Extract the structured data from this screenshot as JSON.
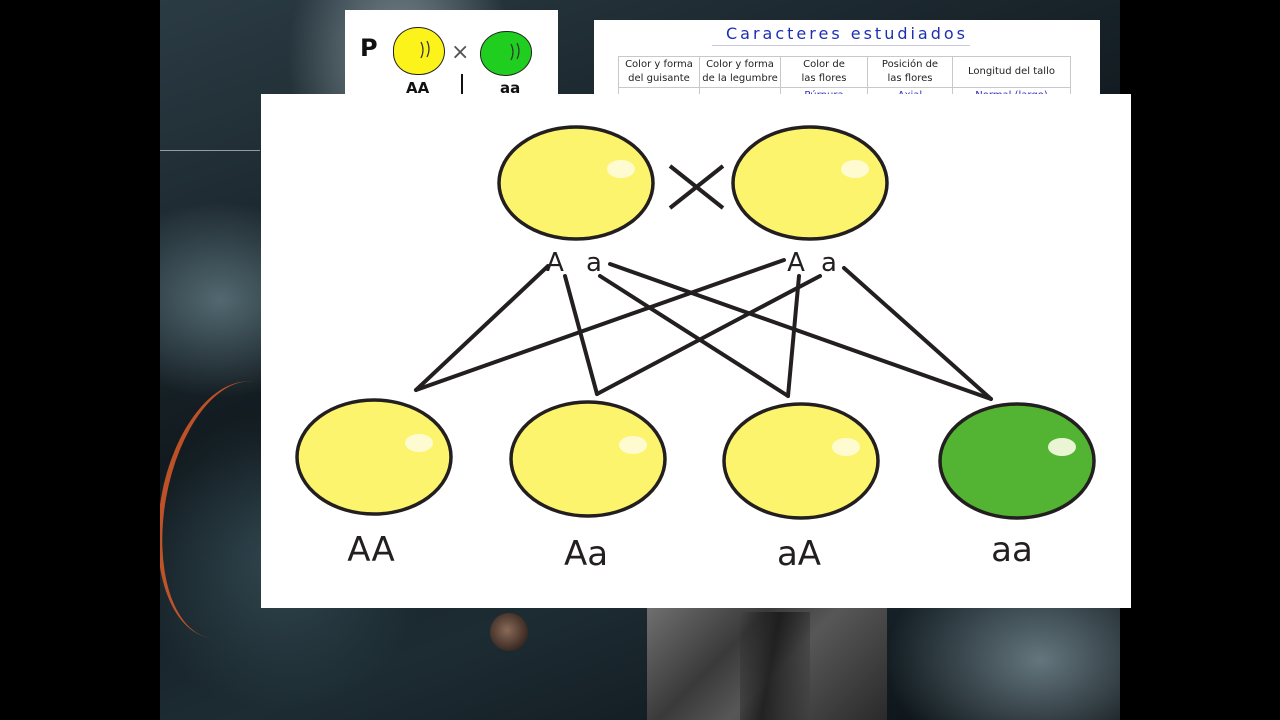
{
  "parents_card": {
    "generation_label": "P",
    "cross_symbol": "×",
    "left_genotype": "AA",
    "right_genotype": "aa"
  },
  "traits_table": {
    "title": "Caracteres estudiados",
    "headers": [
      [
        "Color y forma",
        "del guisante"
      ],
      [
        "Color y forma",
        "de la legumbre"
      ],
      [
        "Color de",
        "las flores"
      ],
      [
        "Posición de",
        "las flores"
      ],
      [
        "Longitud del tallo"
      ]
    ],
    "partial_row": [
      "",
      "",
      "Púrpura",
      "Axial",
      "Normal (largo)"
    ]
  },
  "diagram": {
    "parent_alleles": [
      [
        "A",
        "a"
      ],
      [
        "A",
        "a"
      ]
    ],
    "offspring": [
      {
        "genotype": "AA",
        "color": "#fbf46c"
      },
      {
        "genotype": "Aa",
        "color": "#fbf46c"
      },
      {
        "genotype": "aA",
        "color": "#fbf46c"
      },
      {
        "genotype": "aa",
        "color": "#52b432"
      }
    ],
    "parent_color": "#fbf46c"
  }
}
